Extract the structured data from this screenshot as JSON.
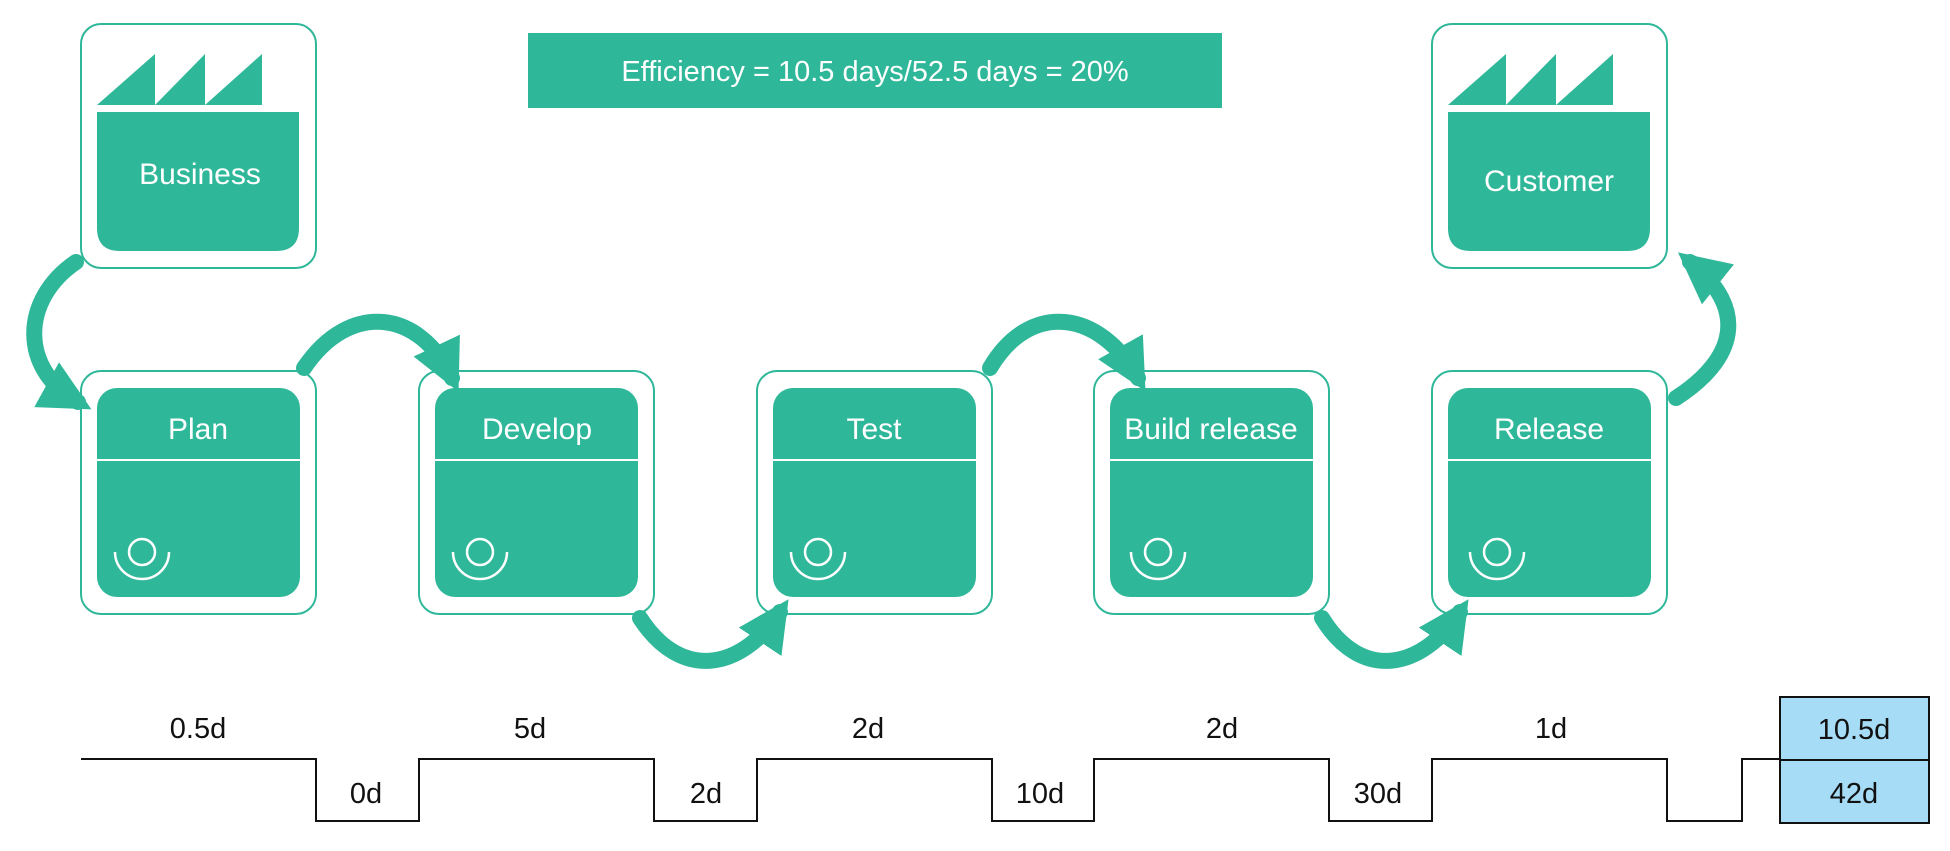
{
  "colors": {
    "teal": "#2fb79a",
    "outline": "#2fb79a",
    "summary_fill": "#a6dcf5",
    "line": "#111111",
    "text_on_teal": "#ffffff"
  },
  "banner": {
    "text": "Efficiency = 10.5 days/52.5 days = 20%"
  },
  "endpoints": {
    "source": {
      "label": "Business",
      "icon": "factory-icon"
    },
    "sink": {
      "label": "Customer",
      "icon": "factory-icon"
    }
  },
  "process_steps": [
    {
      "label": "Plan",
      "icon": "operator-icon"
    },
    {
      "label": "Develop",
      "icon": "operator-icon"
    },
    {
      "label": "Test",
      "icon": "operator-icon"
    },
    {
      "label": "Build release",
      "icon": "operator-icon"
    },
    {
      "label": "Release",
      "icon": "operator-icon"
    }
  ],
  "timeline": {
    "process_times": [
      "0.5d",
      "5d",
      "2d",
      "2d",
      "1d"
    ],
    "wait_times": [
      "0d",
      "2d",
      "10d",
      "30d"
    ]
  },
  "summary": {
    "process_total": "10.5d",
    "wait_total": "42d"
  }
}
